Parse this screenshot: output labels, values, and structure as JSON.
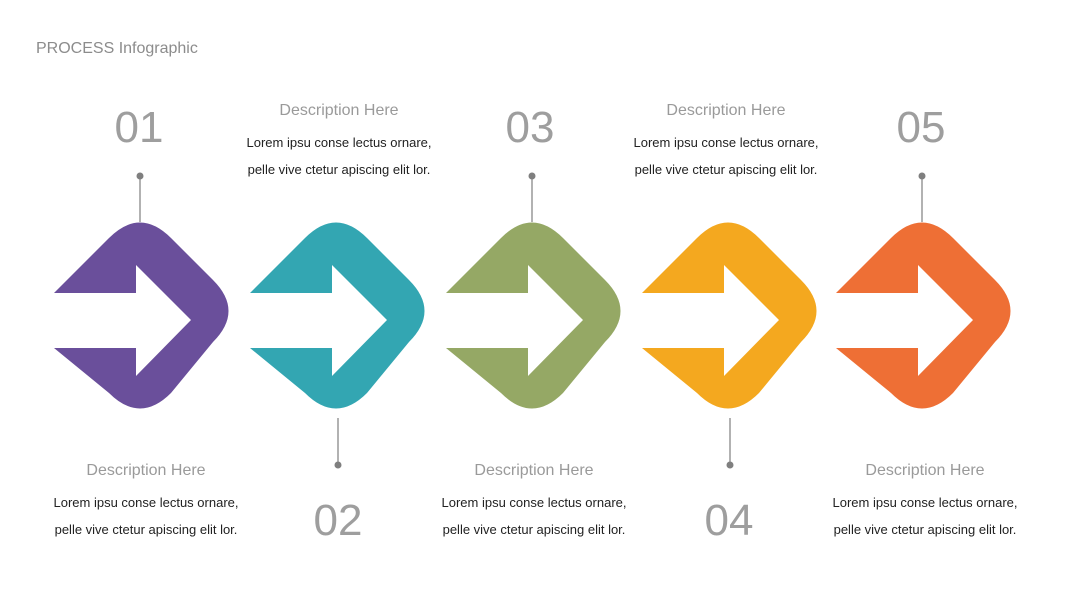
{
  "title": "PROCESS Infographic",
  "colors": {
    "step1": "#6a4f9b",
    "step2": "#33a6b2",
    "step3": "#95a865",
    "step4": "#f4a81f",
    "step5": "#ee6f35",
    "connector": "#7f7f7f"
  },
  "steps": [
    {
      "number": "01",
      "label": "Description Here",
      "line1": "Lorem ipsu conse lectus ornare,",
      "line2": "pelle vive ctetur apiscing elit lor."
    },
    {
      "number": "02",
      "label": "Description Here",
      "line1": "Lorem ipsu conse lectus ornare,",
      "line2": "pelle vive ctetur apiscing elit lor."
    },
    {
      "number": "03",
      "label": "Description Here",
      "line1": "Lorem ipsu conse lectus ornare,",
      "line2": "pelle vive ctetur apiscing elit lor."
    },
    {
      "number": "04",
      "label": "Description Here",
      "line1": "Lorem ipsu conse lectus ornare,",
      "line2": "pelle vive ctetur apiscing elit lor."
    },
    {
      "number": "05",
      "label": "Description Here",
      "line1": "Lorem ipsu conse lectus ornare,",
      "line2": "pelle vive ctetur apiscing elit lor."
    }
  ]
}
